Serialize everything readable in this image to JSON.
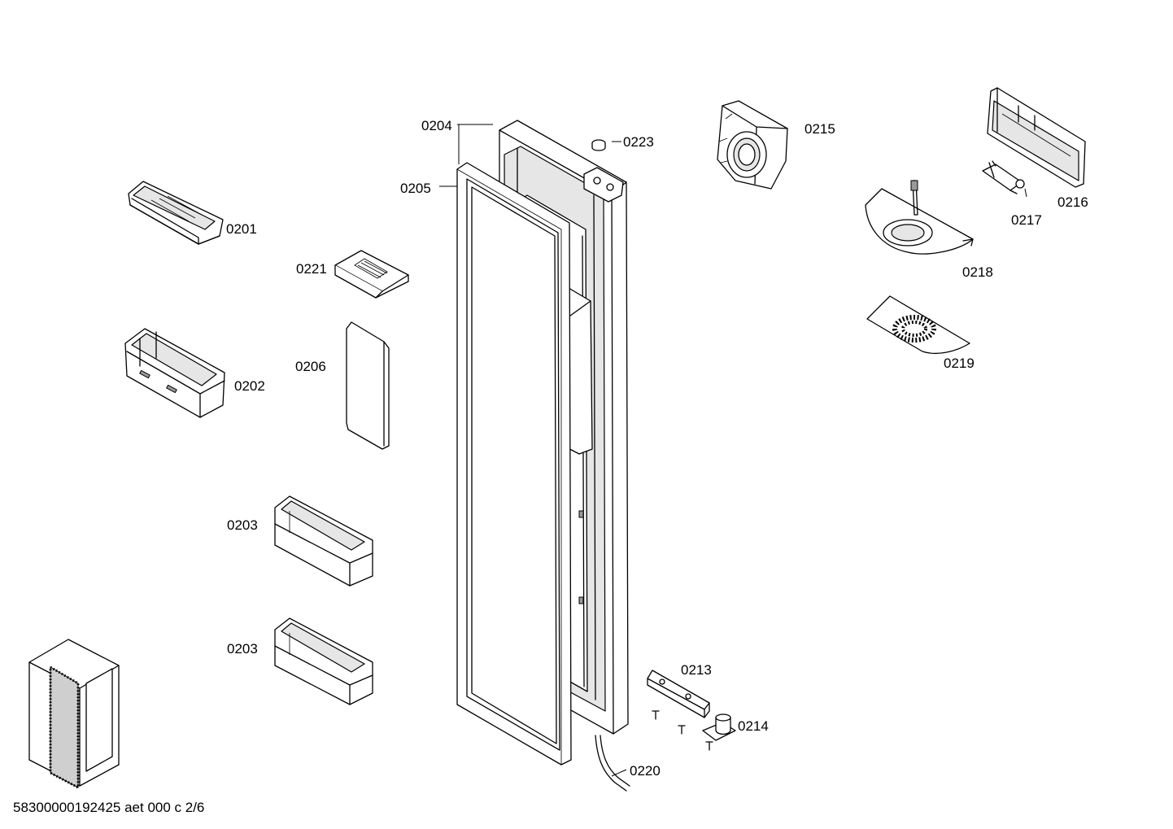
{
  "callouts": {
    "c0201": "0201",
    "c0202": "0202",
    "c0203a": "0203",
    "c0203b": "0203",
    "c0204": "0204",
    "c0205": "0205",
    "c0206": "0206",
    "c0213": "0213",
    "c0214": "0214",
    "c0215": "0215",
    "c0216": "0216",
    "c0217": "0217",
    "c0218": "0218",
    "c0219": "0219",
    "c0220": "0220",
    "c0221": "0221",
    "c0223": "0223"
  },
  "footer": {
    "document_code": "58300000192425 aet 000 c 2/6"
  }
}
